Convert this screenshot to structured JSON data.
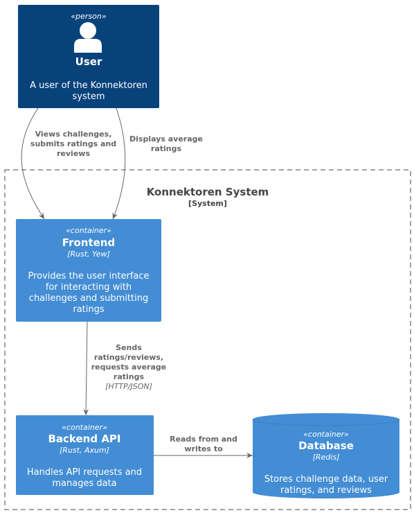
{
  "colors": {
    "person_fill": "#08427B",
    "container_fill": "#438DD5",
    "arrow": "#666666",
    "boundary": "#444444"
  },
  "person": {
    "stereotype": "«person»",
    "title": "User",
    "description": [
      "A user of the Konnektoren",
      "system"
    ],
    "icon": "person-icon"
  },
  "boundary": {
    "title": "Konnektoren System",
    "type": "[System]"
  },
  "frontend": {
    "stereotype": "«container»",
    "title": "Frontend",
    "technology": "[Rust, Yew]",
    "description": [
      "Provides the user interface",
      "for interacting with",
      "challenges and submitting",
      "ratings"
    ]
  },
  "backend": {
    "stereotype": "«container»",
    "title": "Backend API",
    "technology": "[Rust, Axum]",
    "description": [
      "Handles API requests and",
      "manages data"
    ]
  },
  "database": {
    "stereotype": "«container»",
    "title": "Database",
    "technology": "[Redis]",
    "description": [
      "Stores challenge data, user",
      "ratings, and reviews"
    ]
  },
  "relations": {
    "user_to_frontend": {
      "label": [
        "Views challenges,",
        "submits ratings and",
        "reviews"
      ]
    },
    "frontend_to_user": {
      "label": [
        "Displays average",
        "ratings"
      ]
    },
    "frontend_to_backend": {
      "label": [
        "Sends",
        "ratings/reviews,",
        "requests average",
        "ratings"
      ],
      "technology": "[HTTP/JSON]"
    },
    "backend_to_database": {
      "label": [
        "Reads from and",
        "writes to"
      ]
    }
  }
}
